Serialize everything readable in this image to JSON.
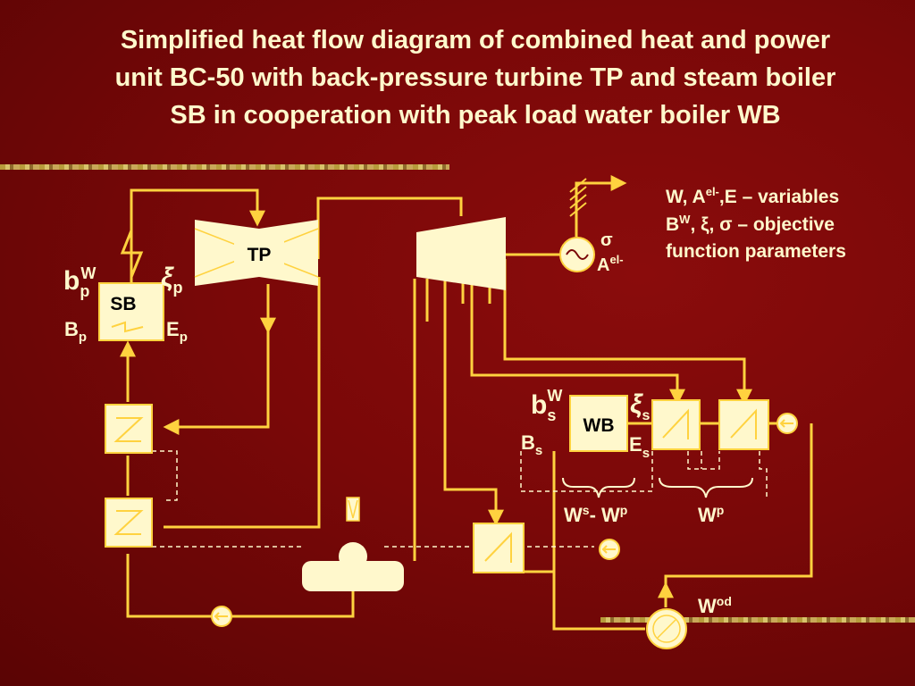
{
  "title": {
    "line1": "Simplified  heat flow diagram of combined heat and power",
    "line2": "unit BC-50 with back-pressure turbine TP and steam boiler",
    "line3": "SB in cooperation with peak load water boiler WB"
  },
  "legend": {
    "line1_a": "W, A",
    "line1_sup": "el-",
    "line1_b": ",E – variables",
    "line2_a": "B",
    "line2_sup": "W",
    "line2_b": ", ξ, σ – objective",
    "line3": "function parameters"
  },
  "labels": {
    "tp": "TP",
    "sb": "SB",
    "wb": "WB",
    "sigma": "σ",
    "a": "A",
    "a_sup": "el-",
    "bp_b": "b",
    "bp_sup": "W",
    "bp_sub": "p",
    "xi_p": "ξ",
    "xi_p_sub": "p",
    "Bp": "B",
    "Bp_sub": "p",
    "Ep": "E",
    "Ep_sub": "p",
    "bs_b": "b",
    "bs_sup": "W",
    "bs_sub": "s",
    "xi_s": "ξ",
    "xi_s_sub": "s",
    "Bs": "B",
    "Bs_sub": "s",
    "Es": "E",
    "Es_sub": "s",
    "wsp_a": "W",
    "wsp_sup1": "s",
    "wsp_mid": "- W",
    "wsp_sup2": "p",
    "wp": "W",
    "wp_sup": "p",
    "wod": "W",
    "wod_sup": "od"
  },
  "colors": {
    "background": "#7a0808",
    "line": "#ffd23f",
    "box_fill": "#fff8cc",
    "text": "#fff8cc"
  }
}
